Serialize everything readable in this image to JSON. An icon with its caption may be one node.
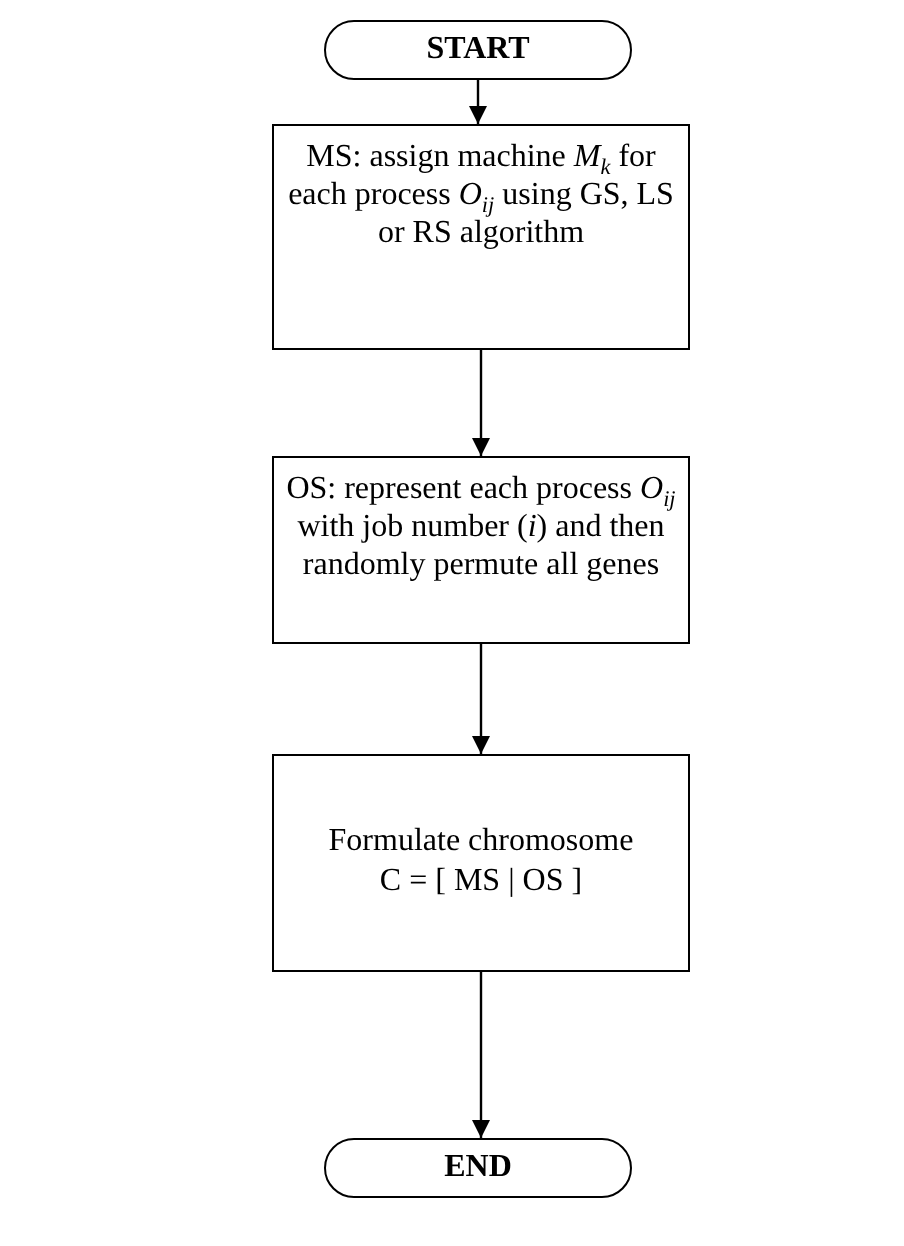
{
  "diagram": {
    "nodes": [
      {
        "text": [
          "START"
        ]
      },
      {
        "text": [
          "MS: assign machine *M*$_{k}$ for each process *O*$_{ij}$ using GS, LS or RS algorithm"
        ]
      },
      {
        "text": [
          "OS: represent each process *O*$_{ij}$ with job number (*i*) and then randomly permute all genes"
        ]
      },
      {
        "text": [
          "Formulate chromosome",
          "C = [ MS | OS ]"
        ]
      },
      {
        "text": [
          "END"
        ]
      }
    ],
    "edges": [
      {
        "from": 0,
        "to": 1,
        "arrow": "to"
      },
      {
        "from": 1,
        "to": 2,
        "arrow": "to"
      },
      {
        "from": 2,
        "to": 3,
        "arrow": "to"
      },
      {
        "from": 3,
        "to": 4,
        "arrow": "to"
      }
    ]
  }
}
